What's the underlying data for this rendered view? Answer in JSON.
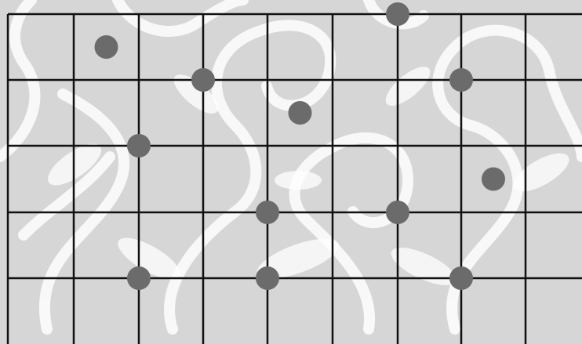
{
  "board": {
    "background_color": "#d6d6d6",
    "pattern_color": "#ffffff",
    "line_color": "#111111",
    "piece_color": "#6b6b6b",
    "pieces": [
      {
        "kind": "cell",
        "col": 1,
        "row": 0
      },
      {
        "kind": "cell",
        "col": 4,
        "row": 1
      },
      {
        "kind": "cell",
        "col": 7,
        "row": 2
      },
      {
        "kind": "node",
        "col": 6,
        "row": 0
      },
      {
        "kind": "node",
        "col": 3,
        "row": 1
      },
      {
        "kind": "node",
        "col": 7,
        "row": 1
      },
      {
        "kind": "node",
        "col": 2,
        "row": 2
      },
      {
        "kind": "node",
        "col": 4,
        "row": 3
      },
      {
        "kind": "node",
        "col": 6,
        "row": 3
      },
      {
        "kind": "node",
        "col": 2,
        "row": 4
      },
      {
        "kind": "node",
        "col": 4,
        "row": 4
      },
      {
        "kind": "node",
        "col": 7,
        "row": 4
      }
    ]
  }
}
